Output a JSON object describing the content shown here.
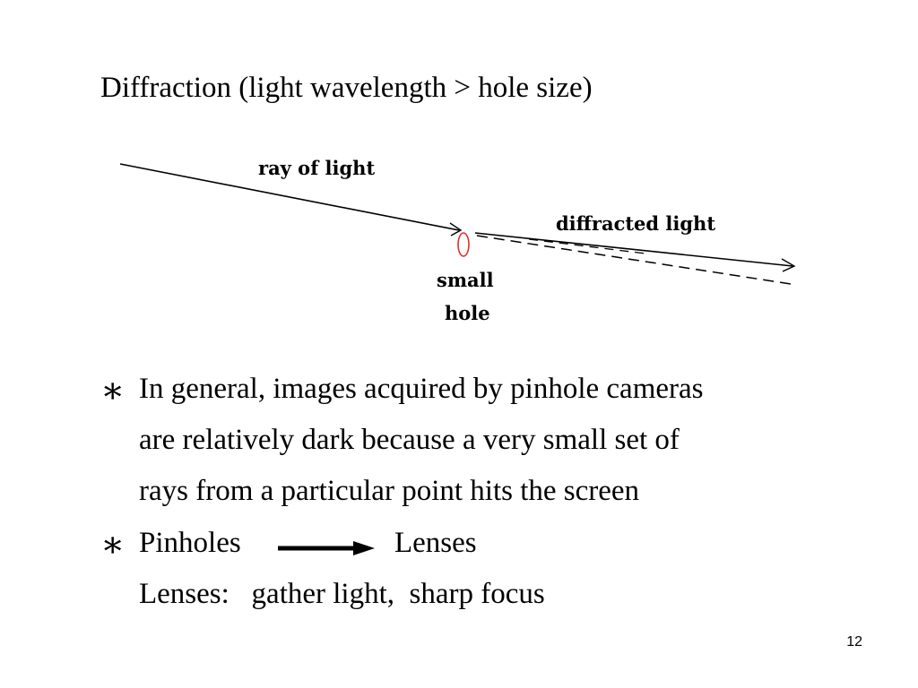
{
  "slide": {
    "title": "Diffraction (light wavelength > hole size)",
    "page_number": "12"
  },
  "figure": {
    "ray_label": "ray of light",
    "diffracted_label": "diffracted light",
    "hole_label_line1": "small",
    "hole_label_line2": "hole",
    "hole_color": "#e0302a"
  },
  "bullets": [
    {
      "marker": "∗",
      "lines": [
        "In general, images acquired by pinhole cameras",
        "are relatively dark because a very small set of",
        "rays from a particular point hits the screen"
      ]
    },
    {
      "marker": "∗",
      "left_text": "Pinholes",
      "right_text": "Lenses",
      "sub_line": "Lenses:   gather light,  sharp focus"
    }
  ]
}
